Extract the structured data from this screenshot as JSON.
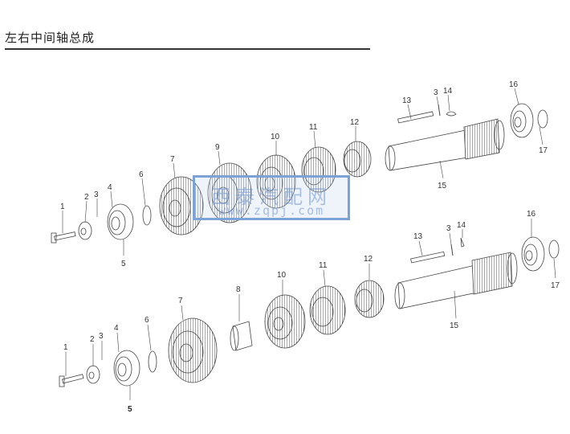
{
  "header": {
    "title": "左右中间轴总成"
  },
  "watermark": {
    "text_cn": "西泰汽配网",
    "url": "www.zqpj.com"
  },
  "upper_assembly": {
    "callouts": [
      "1",
      "2",
      "3",
      "4",
      "5",
      "6",
      "7",
      "9",
      "10",
      "11",
      "12",
      "13",
      "3",
      "14",
      "15",
      "16",
      "17"
    ]
  },
  "lower_assembly": {
    "callouts": [
      "1",
      "2",
      "3",
      "4",
      "5",
      "6",
      "7",
      "8",
      "10",
      "11",
      "12",
      "13",
      "3",
      "14",
      "15",
      "16",
      "17"
    ]
  }
}
